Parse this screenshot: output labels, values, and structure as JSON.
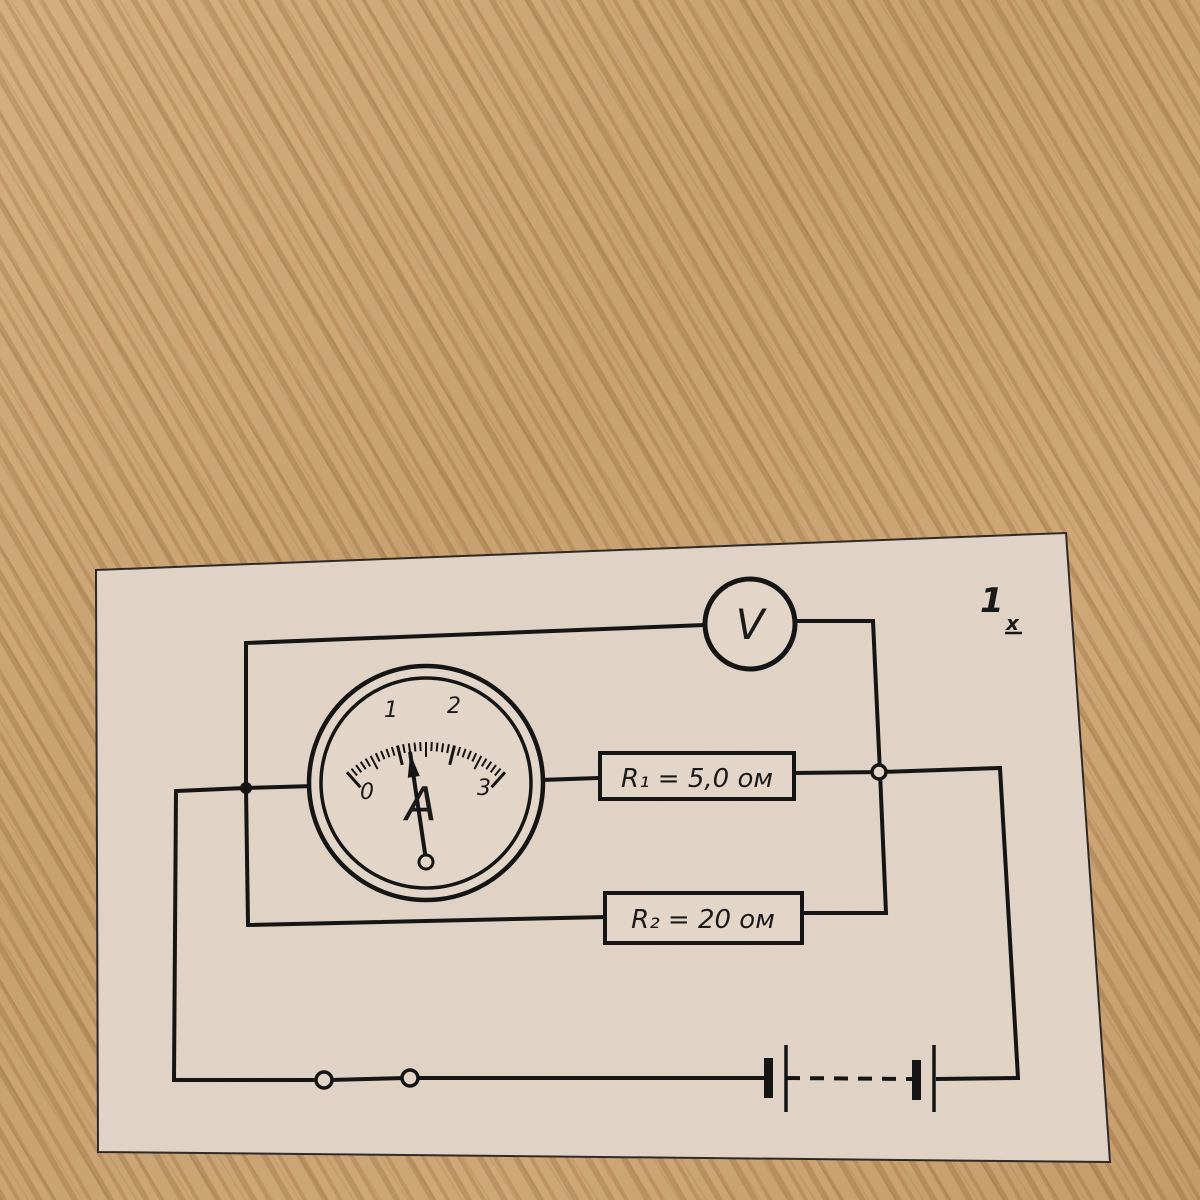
{
  "card": {
    "number": "1",
    "number_sub": "x"
  },
  "voltmeter": {
    "symbol": "V"
  },
  "ammeter": {
    "symbol": "A",
    "scale_labels": [
      "0",
      "1",
      "2",
      "3"
    ],
    "reading": 1.2
  },
  "resistors": {
    "r1_label": "R₁ = 5,0 ом",
    "r2_label": "R₂ = 20 ом"
  },
  "colors": {
    "paper": "#e3d5c8",
    "ink": "#151515",
    "wood": "#c8a374"
  }
}
